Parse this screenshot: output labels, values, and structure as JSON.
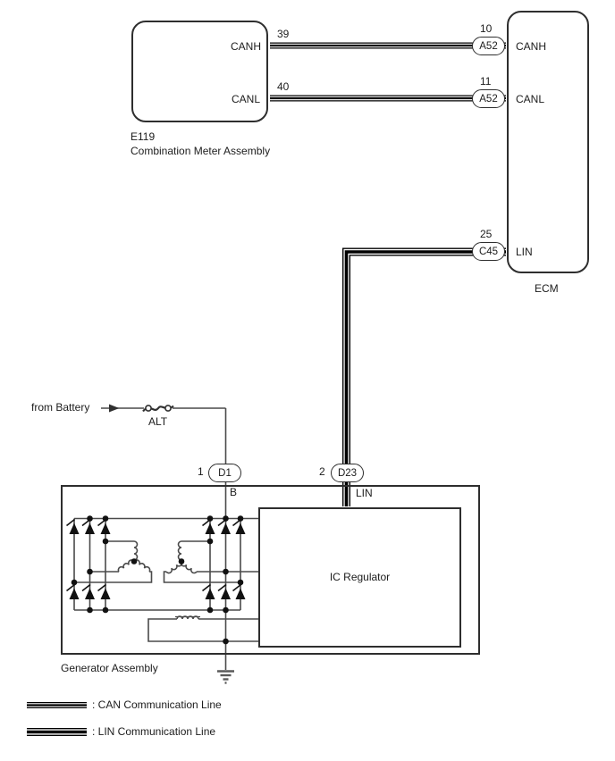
{
  "meter": {
    "code": "E119",
    "name": "Combination Meter Assembly",
    "canh_label": "CANH",
    "canl_label": "CANL",
    "canh_pin": "39",
    "canl_pin": "40"
  },
  "ecm": {
    "name": "ECM",
    "canh_label": "CANH",
    "canl_label": "CANL",
    "lin_label": "LIN",
    "canh_pin": "10",
    "canl_pin": "11",
    "lin_pin": "25",
    "canh_connector": "A52",
    "canl_connector": "A52",
    "lin_connector": "C45"
  },
  "battery": {
    "label": "from Battery",
    "fuse_label": "ALT"
  },
  "generator": {
    "name": "Generator Assembly",
    "regulator_label": "IC Regulator",
    "d1": {
      "pin": "1",
      "connector": "D1",
      "terminal": "B"
    },
    "d23": {
      "pin": "2",
      "connector": "D23",
      "terminal": "LIN"
    }
  },
  "legend": {
    "can": ": CAN Communication Line",
    "lin": ": LIN Communication Line"
  },
  "colors": {
    "wire": "#4a4a4a",
    "comm_line": "#000000"
  }
}
